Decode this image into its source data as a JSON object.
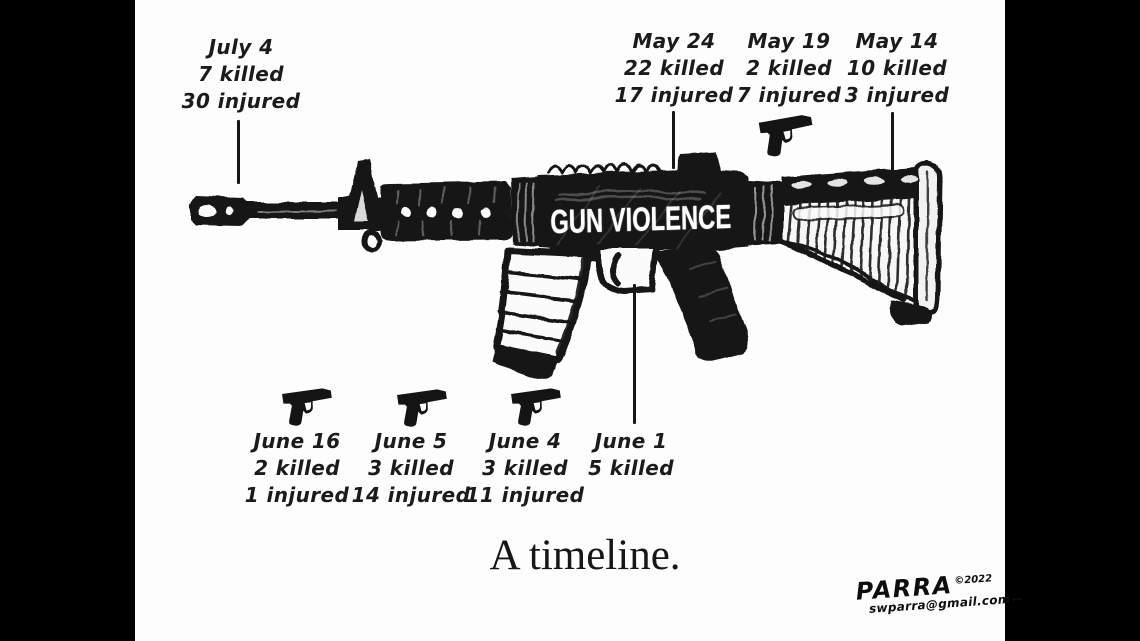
{
  "title": "Gun violence timeline editorial cartoon",
  "colors": {
    "ink": "#171717",
    "paper": "#fdfdfd",
    "letterbox": "#000000",
    "rifle_label_text": "#ffffff"
  },
  "rifle": {
    "label": "GUN VIOLENCE"
  },
  "caption": "A timeline.",
  "signature": {
    "name": "PARRA",
    "year": "©2022",
    "email": "swparra@gmail.com",
    "flourish": "—"
  },
  "icons": {
    "connector_pistol": "pistol-icon",
    "connector_line": "callout-line"
  },
  "events": [
    {
      "id": "july-4",
      "date": "July 4",
      "killed": "7 killed",
      "injured": "30 injured",
      "connector": "line",
      "position": "top"
    },
    {
      "id": "may-24",
      "date": "May 24",
      "killed": "22 killed",
      "injured": "17 injured",
      "connector": "line",
      "position": "top"
    },
    {
      "id": "may-19",
      "date": "May 19",
      "killed": "2 killed",
      "injured": "7 injured",
      "connector": "pistol",
      "position": "top"
    },
    {
      "id": "may-14",
      "date": "May 14",
      "killed": "10 killed",
      "injured": "3 injured",
      "connector": "line",
      "position": "top"
    },
    {
      "id": "june-16",
      "date": "June 16",
      "killed": "2 killed",
      "injured": "1 injured",
      "connector": "pistol",
      "position": "bottom"
    },
    {
      "id": "june-5",
      "date": "June 5",
      "killed": "3 killed",
      "injured": "14 injured",
      "connector": "pistol",
      "position": "bottom"
    },
    {
      "id": "june-4",
      "date": "June 4",
      "killed": "3 killed",
      "injured": "11 injured",
      "connector": "pistol",
      "position": "bottom"
    },
    {
      "id": "june-1",
      "date": "June 1",
      "killed": "5 killed",
      "injured": "",
      "connector": "line",
      "position": "bottom"
    }
  ]
}
